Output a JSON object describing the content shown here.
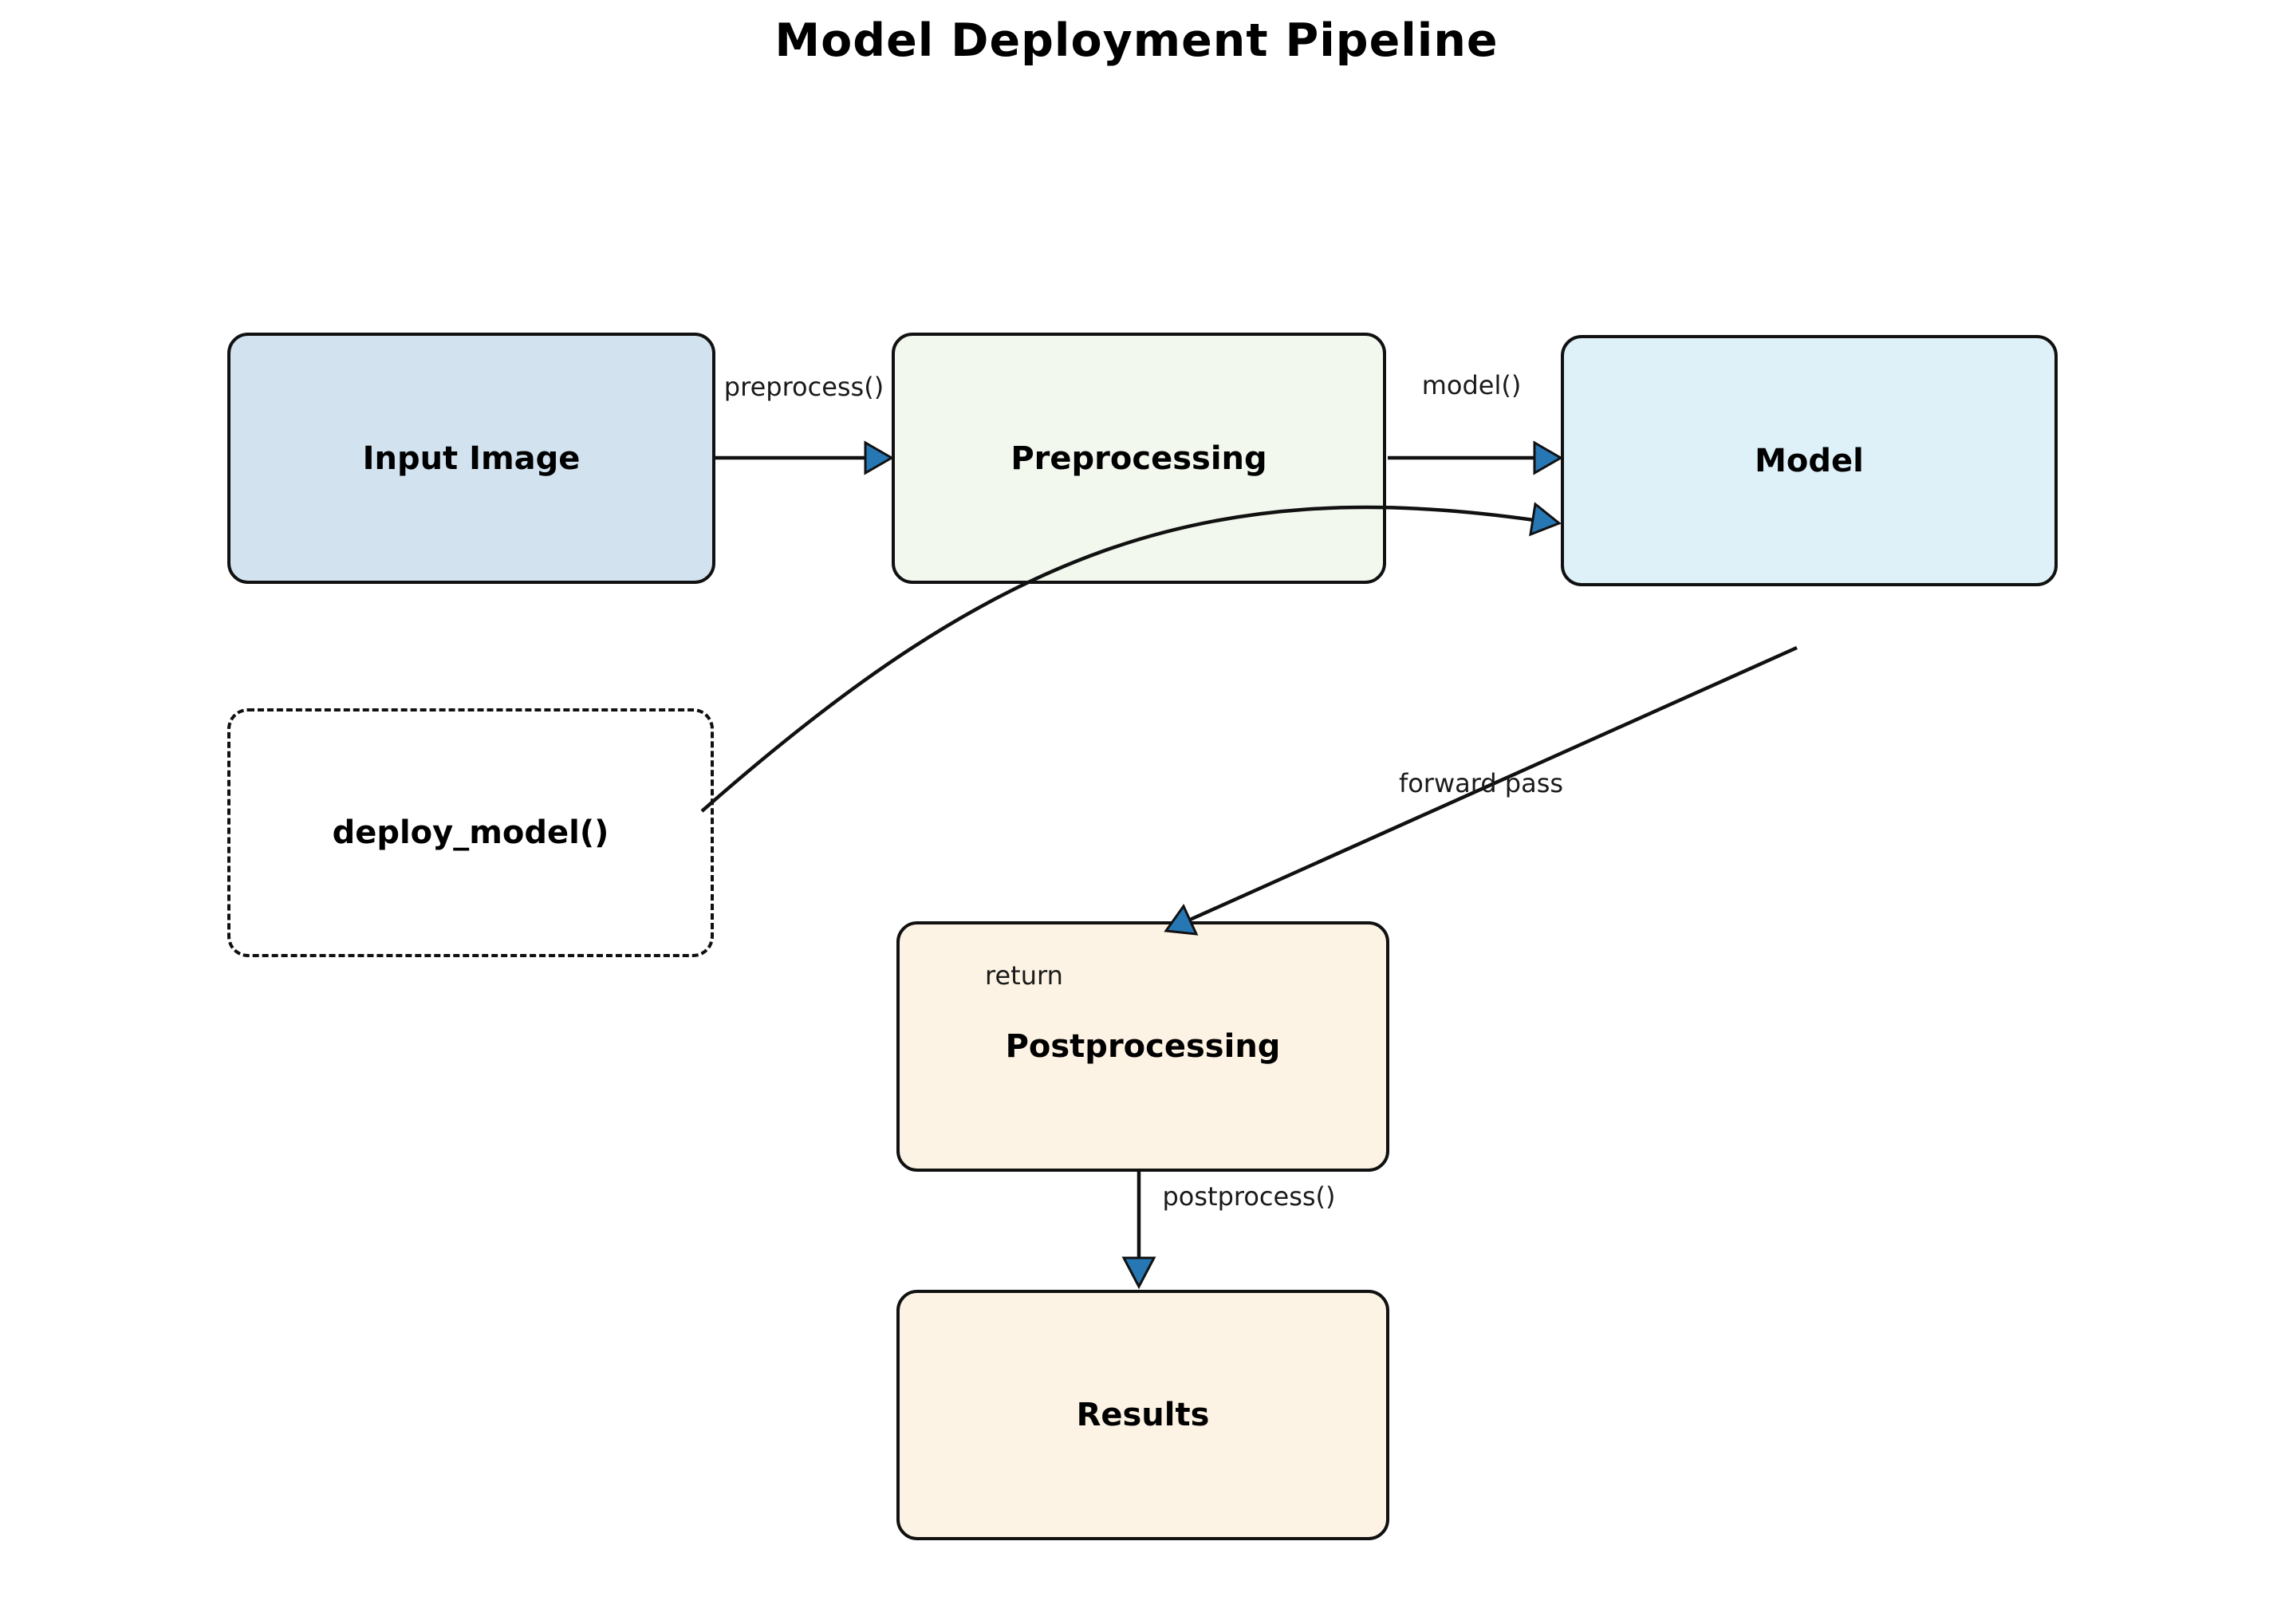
{
  "title": "Model Deployment Pipeline",
  "nodes": [
    {
      "id": "input-image",
      "label": "Input Image",
      "fill": "#d2e3ef",
      "border": "solid"
    },
    {
      "id": "preprocessing",
      "label": "Preprocessing",
      "fill": "#f2f8ee",
      "border": "solid"
    },
    {
      "id": "model",
      "label": "Model",
      "fill": "#def0f8",
      "border": "solid"
    },
    {
      "id": "deploy-model",
      "label": "deploy_model()",
      "fill": "#ffffff",
      "border": "dashed"
    },
    {
      "id": "postprocessing",
      "label": "Postprocessing",
      "fill": "#fdf3e4",
      "border": "solid"
    },
    {
      "id": "results",
      "label": "Results",
      "fill": "#fdf3e4",
      "border": "solid"
    }
  ],
  "edge_labels": {
    "preprocess": "preprocess()",
    "model_call": "model()",
    "forward_pass": "forward pass",
    "return_label": "return",
    "postprocess": "postprocess()"
  },
  "colors": {
    "box_border": "#111111",
    "edge_line": "#111111",
    "arrowhead": "#2777b4",
    "text": "#000000"
  }
}
